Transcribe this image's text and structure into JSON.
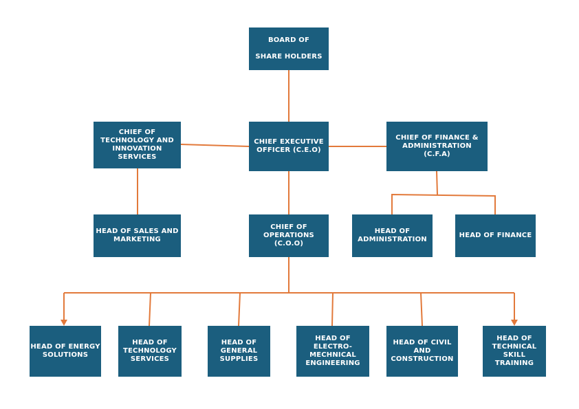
{
  "colors": {
    "box_fill": "#1b5e7e",
    "box_text": "#ffffff",
    "connector": "#e2793a",
    "background": "#ffffff"
  },
  "boxes": {
    "board": {
      "lines": [
        "BOARD OF",
        "SHARE HOLDERS"
      ]
    },
    "ceo": {
      "lines": [
        "CHIEF EXECUTIVE",
        "OFFICER (C.E.O)"
      ]
    },
    "cto": {
      "lines": [
        "CHIEF OF",
        "TECHNOLOGY AND",
        "INNOVATION",
        "SERVICES"
      ]
    },
    "cfa": {
      "lines": [
        "CHIEF OF FINANCE &",
        "ADMINISTRATION",
        "(C.F.A)"
      ]
    },
    "sales": {
      "lines": [
        "HEAD OF SALES AND",
        "MARKETING"
      ]
    },
    "coo": {
      "lines": [
        "CHIEF OF",
        "OPERATIONS",
        "(C.O.O)"
      ]
    },
    "admin": {
      "lines": [
        "HEAD OF",
        "ADMINISTRATION"
      ]
    },
    "finance": {
      "lines": [
        "HEAD OF FINANCE"
      ]
    },
    "energy": {
      "lines": [
        "HEAD OF ENERGY",
        "SOLUTIONS"
      ]
    },
    "techsvc": {
      "lines": [
        "HEAD OF",
        "TECHNOLOGY",
        "SERVICES"
      ]
    },
    "supplies": {
      "lines": [
        "HEAD OF",
        "GENERAL",
        "SUPPLIES"
      ]
    },
    "electro": {
      "lines": [
        "HEAD OF",
        "ELECTRO-",
        "MECHNICAL",
        "ENGINEERING"
      ]
    },
    "civil": {
      "lines": [
        "HEAD OF CIVIL",
        "AND",
        "CONSTRUCTION"
      ]
    },
    "skill": {
      "lines": [
        "HEAD OF",
        "TECHNICAL",
        "SKILL",
        "TRAINING"
      ]
    }
  }
}
